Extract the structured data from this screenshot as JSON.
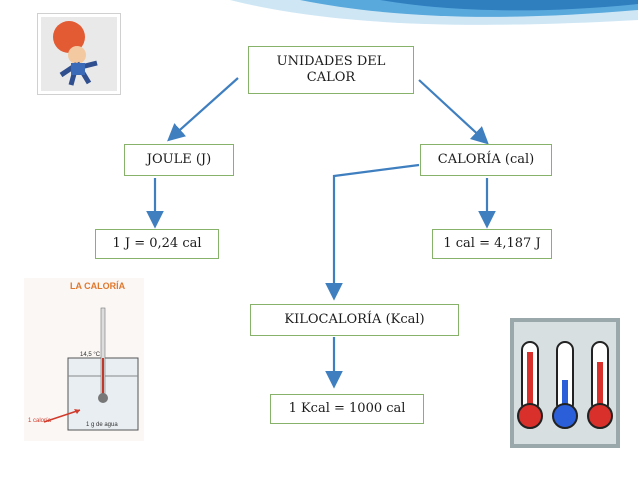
{
  "diagram": {
    "root": "UNIDADES DEL\nCALOR",
    "joule": "JOULE (J)",
    "caloria": "CALORÍA (cal)",
    "joule_eq": "1 J = 0,24 cal",
    "caloria_eq": "1 cal = 4,187 J",
    "kilocaloria": "KILOCALORÍA (Kcal)",
    "kcal_eq": "1 Kcal = 1000 cal"
  },
  "images": {
    "caloria": {
      "title": "LA CALORÍA",
      "temp": "14,5 °C",
      "mass": "1 g de agua",
      "unit": "1 caloría"
    }
  },
  "colors": {
    "accent": "#3f7fc0",
    "box_border": "#86b26a",
    "header_wave": "#5aa9dd"
  }
}
